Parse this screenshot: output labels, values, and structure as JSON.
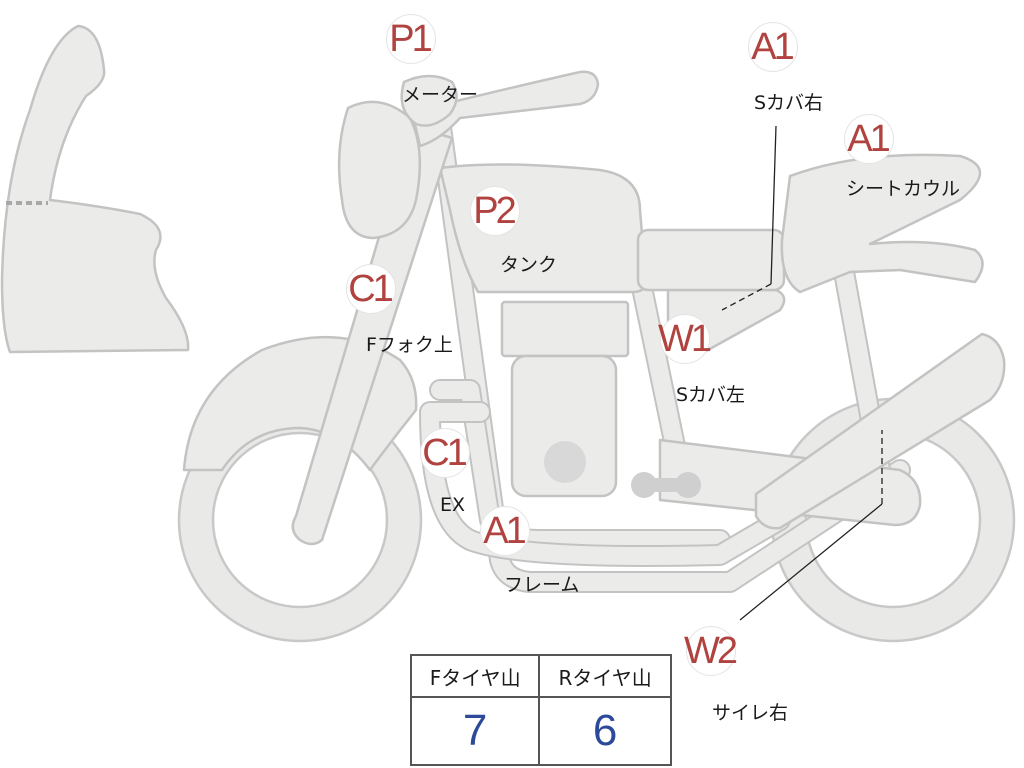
{
  "markers": [
    {
      "id": "P1",
      "code": "P1",
      "label": "メーター"
    },
    {
      "id": "P2",
      "code": "P2",
      "label": "タンク"
    },
    {
      "id": "C1a",
      "code": "C1",
      "label": "Fフォク上"
    },
    {
      "id": "C1b",
      "code": "C1",
      "label": "EX"
    },
    {
      "id": "A1a",
      "code": "A1",
      "label": "フレーム"
    },
    {
      "id": "A1b",
      "code": "A1",
      "label": "Sカバ右"
    },
    {
      "id": "A1c",
      "code": "A1",
      "label": "シートカウル"
    },
    {
      "id": "W1",
      "code": "W1",
      "label": "Sカバ左"
    },
    {
      "id": "W2",
      "code": "W2",
      "label": "サイレ右"
    }
  ],
  "tire_table": {
    "headers": [
      "Fタイヤ山",
      "Rタイヤ山"
    ],
    "values": [
      "7",
      "6"
    ]
  },
  "colors": {
    "badge_text": "#b0423f",
    "table_value": "#2d4a9a",
    "part_fill": "#ebebea",
    "part_stroke": "#c3c3c3"
  }
}
